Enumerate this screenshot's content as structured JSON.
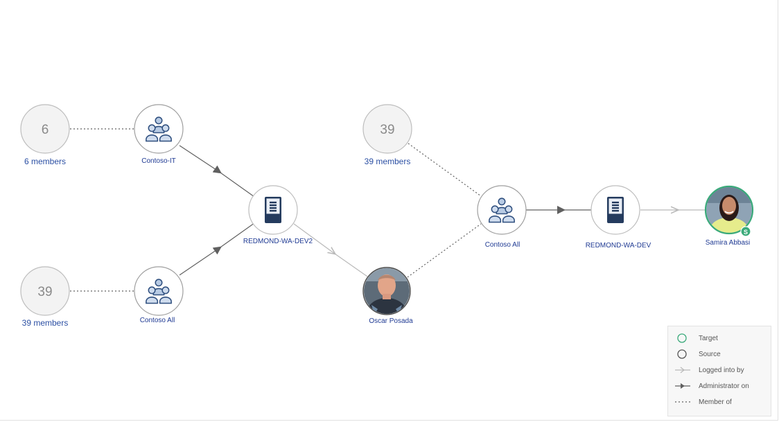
{
  "nodes": {
    "group_6": {
      "count": "6",
      "label": "6 members"
    },
    "contoso_it": {
      "label": "Contoso-IT",
      "icon": "group-icon"
    },
    "group_39_bottom": {
      "count": "39",
      "label": "39 members"
    },
    "contoso_all_left": {
      "label": "Contoso All",
      "icon": "group-icon"
    },
    "redmond_dev2": {
      "label": "REDMOND-WA-DEV2",
      "icon": "computer-icon"
    },
    "oscar": {
      "label": "Oscar Posada",
      "icon": "user-avatar"
    },
    "group_39_top": {
      "count": "39",
      "label": "39 members"
    },
    "contoso_all_right": {
      "label": "Contoso All",
      "icon": "group-icon"
    },
    "redmond_dev": {
      "label": "REDMOND-WA-DEV",
      "icon": "computer-icon"
    },
    "samira": {
      "label": "Samira Abbasi",
      "icon": "user-avatar",
      "badge": "S"
    }
  },
  "legend": {
    "target": "Target",
    "source": "Source",
    "logged_into_by": "Logged into by",
    "administrator_on": "Administrator on",
    "member_of": "Member of"
  },
  "colors": {
    "target": "#3aaa7a",
    "node_border": "#bdbdbd",
    "label": "#1f3a93",
    "edge_dark": "#606060",
    "edge_light": "#b9b9b9"
  }
}
